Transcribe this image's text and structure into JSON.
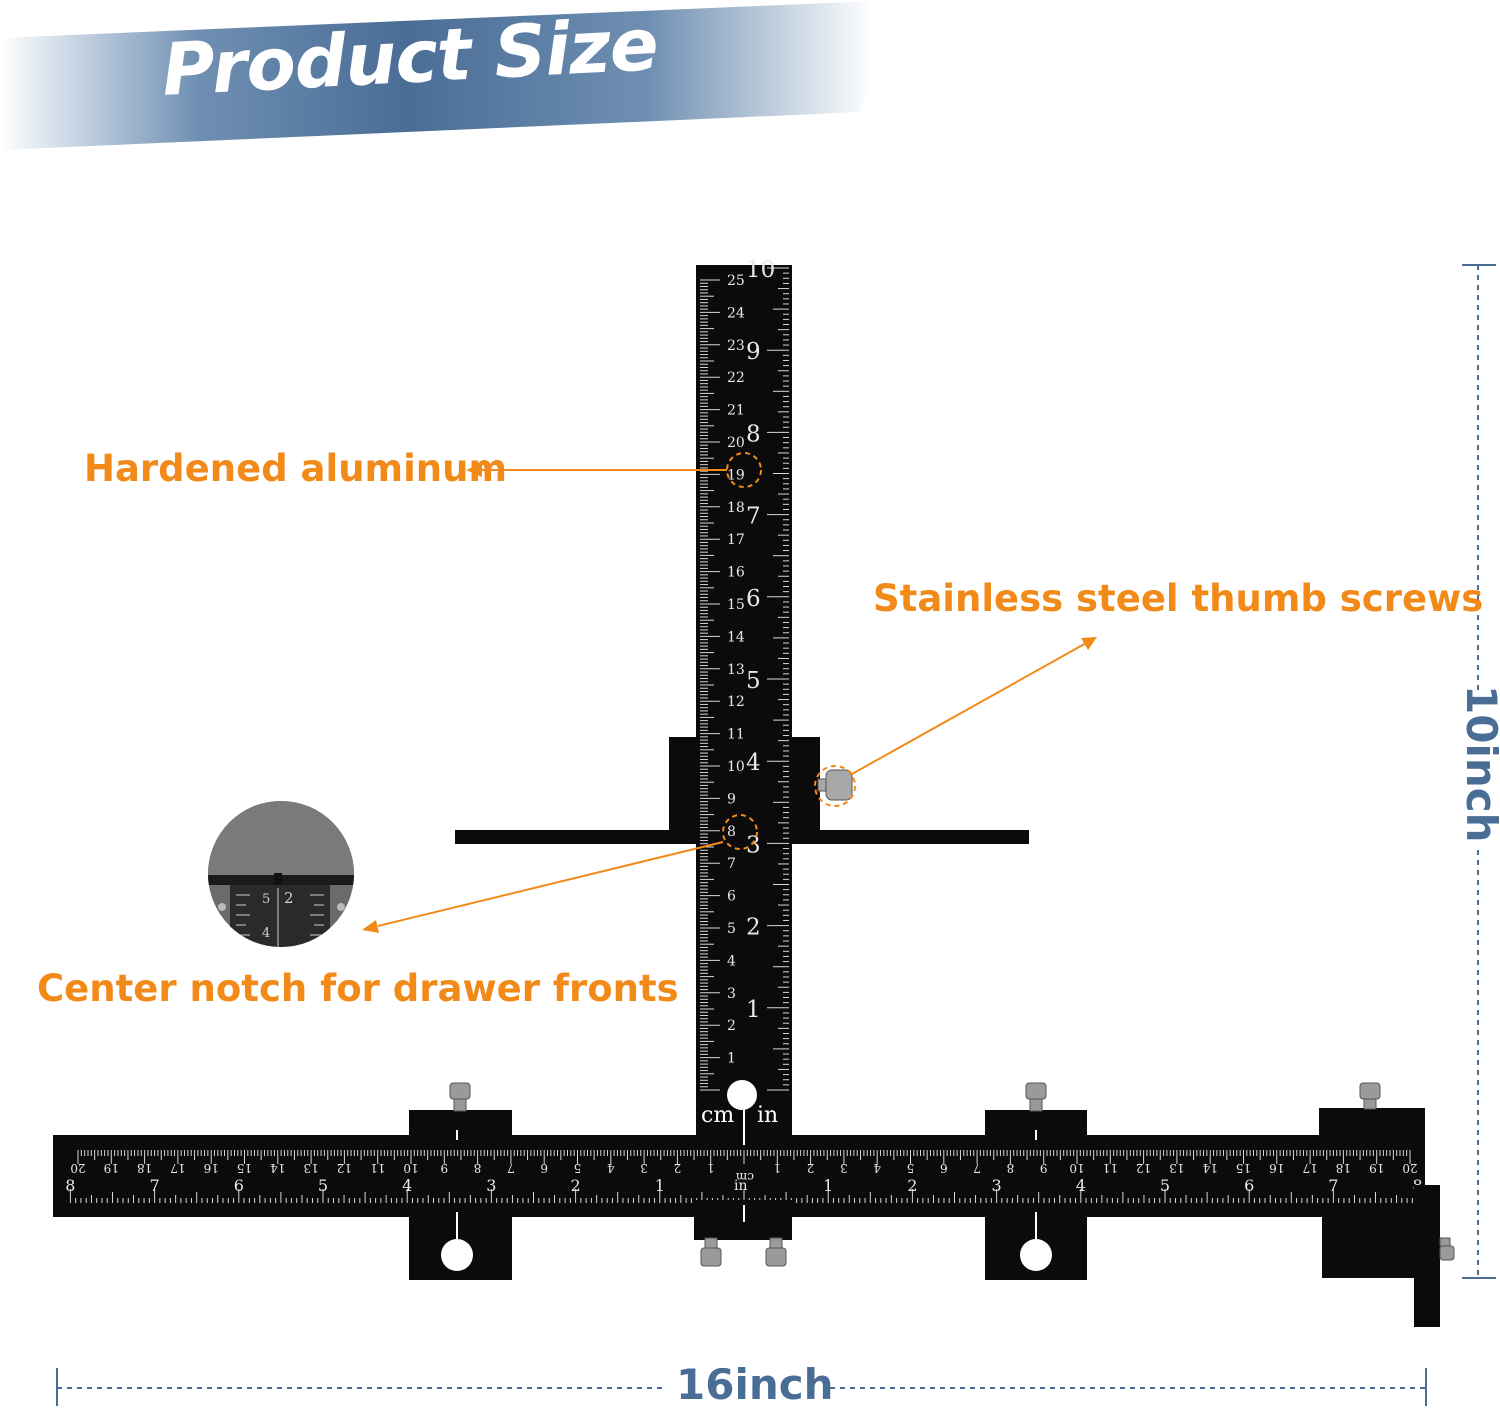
{
  "banner": {
    "title": "Product Size"
  },
  "callouts": {
    "aluminum": "Hardened aluminum",
    "thumb_screws": "Stainless steel thumb screws",
    "center_notch": "Center notch for drawer fronts"
  },
  "dimensions": {
    "width": "16inch",
    "height": "10inch"
  },
  "ruler": {
    "unit_cm": "cm",
    "unit_in": "in",
    "vertical_cm": [
      1,
      2,
      3,
      4,
      5,
      6,
      7,
      8,
      9,
      10,
      11,
      12,
      13,
      14,
      15,
      16,
      17,
      18,
      19,
      20,
      21,
      22,
      23,
      24,
      25
    ],
    "vertical_in": [
      1,
      2,
      3,
      4,
      5,
      6,
      7,
      8,
      9,
      10
    ],
    "horizontal_cm": [
      1,
      2,
      3,
      4,
      5,
      6,
      7,
      8,
      9,
      10,
      11,
      12,
      13,
      14,
      15,
      16,
      17,
      18,
      19,
      20
    ],
    "horizontal_in": [
      1,
      2,
      3,
      4,
      5,
      6,
      7,
      8
    ],
    "inset_numbers": [
      "5",
      "2",
      "4"
    ]
  },
  "colors": {
    "accent": "#f28a19",
    "dimension": "#4a6d96",
    "tool": "#0b0b0b"
  }
}
